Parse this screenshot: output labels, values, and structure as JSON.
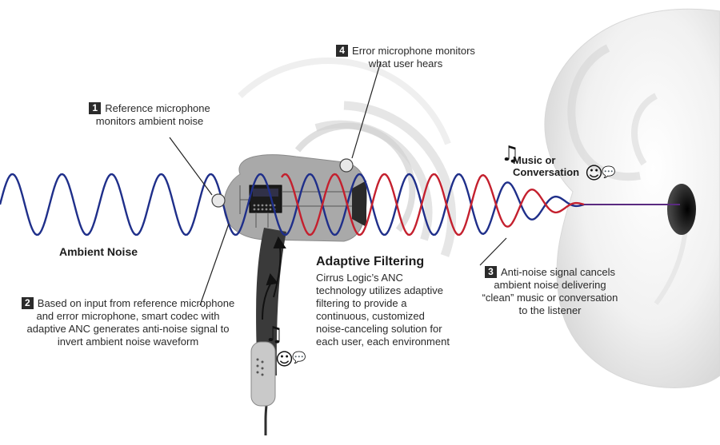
{
  "callouts": {
    "reference_mic": {
      "number": "1",
      "text_line1": "Reference microphone",
      "text_line2": "monitors ambient noise"
    },
    "smart_codec": {
      "number": "2",
      "text_line1": "Based on input from reference microphone",
      "text_line2": "and error microphone, smart codec with",
      "text_line3": "adaptive ANC generates anti-noise signal to",
      "text_line4": "invert ambient noise waveform"
    },
    "anti_noise": {
      "number": "3",
      "text_line1": "Anti-noise signal cancels",
      "text_line2": "ambient noise delivering",
      "text_line3": "“clean” music or conversation",
      "text_line4": "to the listener"
    },
    "error_mic": {
      "number": "4",
      "text_line1": "Error microphone monitors",
      "text_line2": "what user hears"
    }
  },
  "ambient_noise_label": "Ambient Noise",
  "adaptive_filtering": {
    "title": "Adaptive Filtering",
    "line1": "Cirrus Logic’s ANC",
    "line2": "technology utilizes adaptive",
    "line3": "filtering to provide a",
    "line4": "continuous, customized",
    "line5": "noise-canceling solution for",
    "line6": "each user, each environment"
  },
  "music_label": {
    "line1": "Music or",
    "line2": "Conversation"
  },
  "colors": {
    "ambient_wave": "#1f2f8a",
    "anti_noise_wave": "#c4202e",
    "clean_signal": "#5a2a80",
    "earbud": "#a9a9a9",
    "cable": "#2e2e2e"
  },
  "icons": [
    "music-note-icon",
    "listener-speech-icon"
  ]
}
